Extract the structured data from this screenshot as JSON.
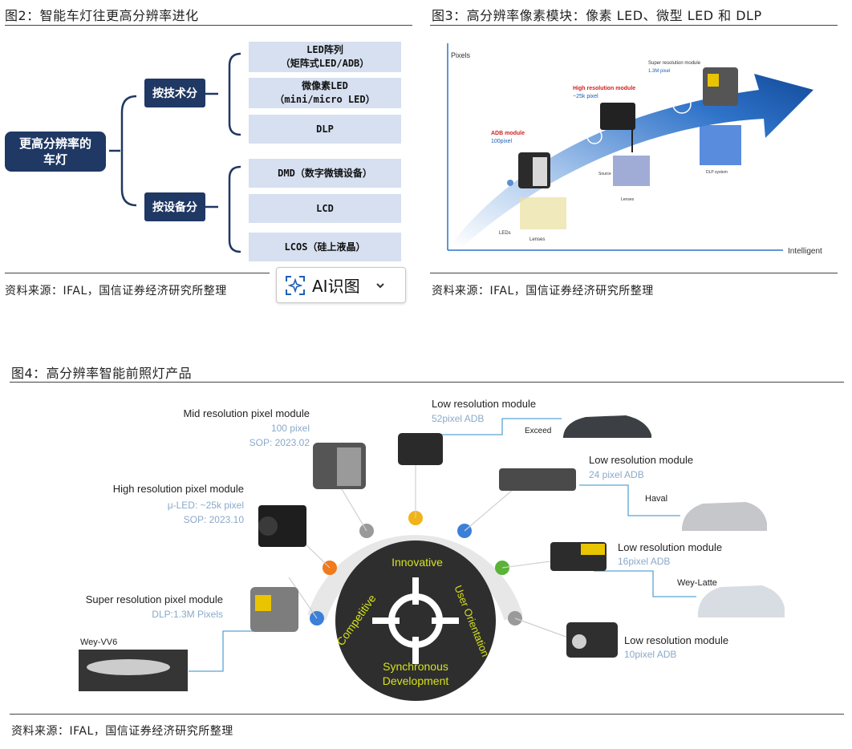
{
  "fig2": {
    "title": "图2：智能车灯往更高分辨率进化",
    "root": "更高分辨率的车灯",
    "branches": [
      {
        "label": "按技术分",
        "leaves": [
          {
            "line1": "LED阵列",
            "line2": "（矩阵式LED/ADB）"
          },
          {
            "line1": "微像素LED",
            "line2": "（mini/micro LED）"
          },
          {
            "line1": "DLP",
            "line2": ""
          }
        ]
      },
      {
        "label": "按设备分",
        "leaves": [
          {
            "line1": "DMD（数字微镜设备）",
            "line2": ""
          },
          {
            "line1": "LCD",
            "line2": ""
          },
          {
            "line1": "LCOS（硅上液晶）",
            "line2": ""
          }
        ]
      }
    ],
    "source": "资料来源：IFAL，国信证券经济研究所整理"
  },
  "ai_button": {
    "label": "AI识图",
    "icon": "ai-scan-icon",
    "chevron": "chevron-down-icon"
  },
  "fig3": {
    "title": "图3：高分辨率像素模块：像素 LED、微型 LED 和 DLP",
    "y_axis": "Pixels",
    "x_axis": "Intelligent",
    "adb_title": "ADB module",
    "adb_sub": "100pixel",
    "high_title": "High resolution module",
    "high_sub": "~25k pixel",
    "super_title": "Super resolution module",
    "super_sub": "1.3M pixel",
    "leds": "LEDs",
    "lenses": "Lenses",
    "lenses2": "Lenses",
    "dmd_system": "DLP system",
    "source_label": "Source",
    "source": "资料来源：IFAL，国信证券经济研究所整理"
  },
  "fig4": {
    "title": "图4：高分辨率智能前照灯产品",
    "mid_title": "Mid resolution pixel module",
    "mid_l1": "100 pixel",
    "mid_l2": "SOP: 2023.02",
    "high_title": "High resolution pixel module",
    "high_l1": "μ-LED: ~25k pixel",
    "high_l2": "SOP: 2023.10",
    "super_title": "Super resolution pixel  module",
    "super_l1": "DLP:1.3M Pixels",
    "wey_vv6": "Wey-VV6",
    "low1_title": "Low resolution module",
    "low1_sub": "52pixel ADB",
    "exceed": "Exceed",
    "low2_title": "Low resolution module",
    "low2_sub": "24 pixel ADB",
    "haval": "Haval",
    "low3_title": "Low resolution module",
    "low3_sub": "16pixel ADB",
    "wey_latte": "Wey-Latte",
    "low4_title": "Low resolution module",
    "low4_sub": "10pixel ADB",
    "innovative": "Innovative",
    "competitive": "Competitive",
    "user_orientation": "User Orientation",
    "synchronous": "Synchronous",
    "development": "Development",
    "source": "资料来源：IFAL，国信证券经济研究所整理"
  },
  "colors": {
    "navy": "#1f3864",
    "leaf": "#d6e0f0",
    "arrow": "#1f5fb4",
    "accent_yellow": "#d6e21c",
    "muted_blue": "#8aa9c9"
  }
}
